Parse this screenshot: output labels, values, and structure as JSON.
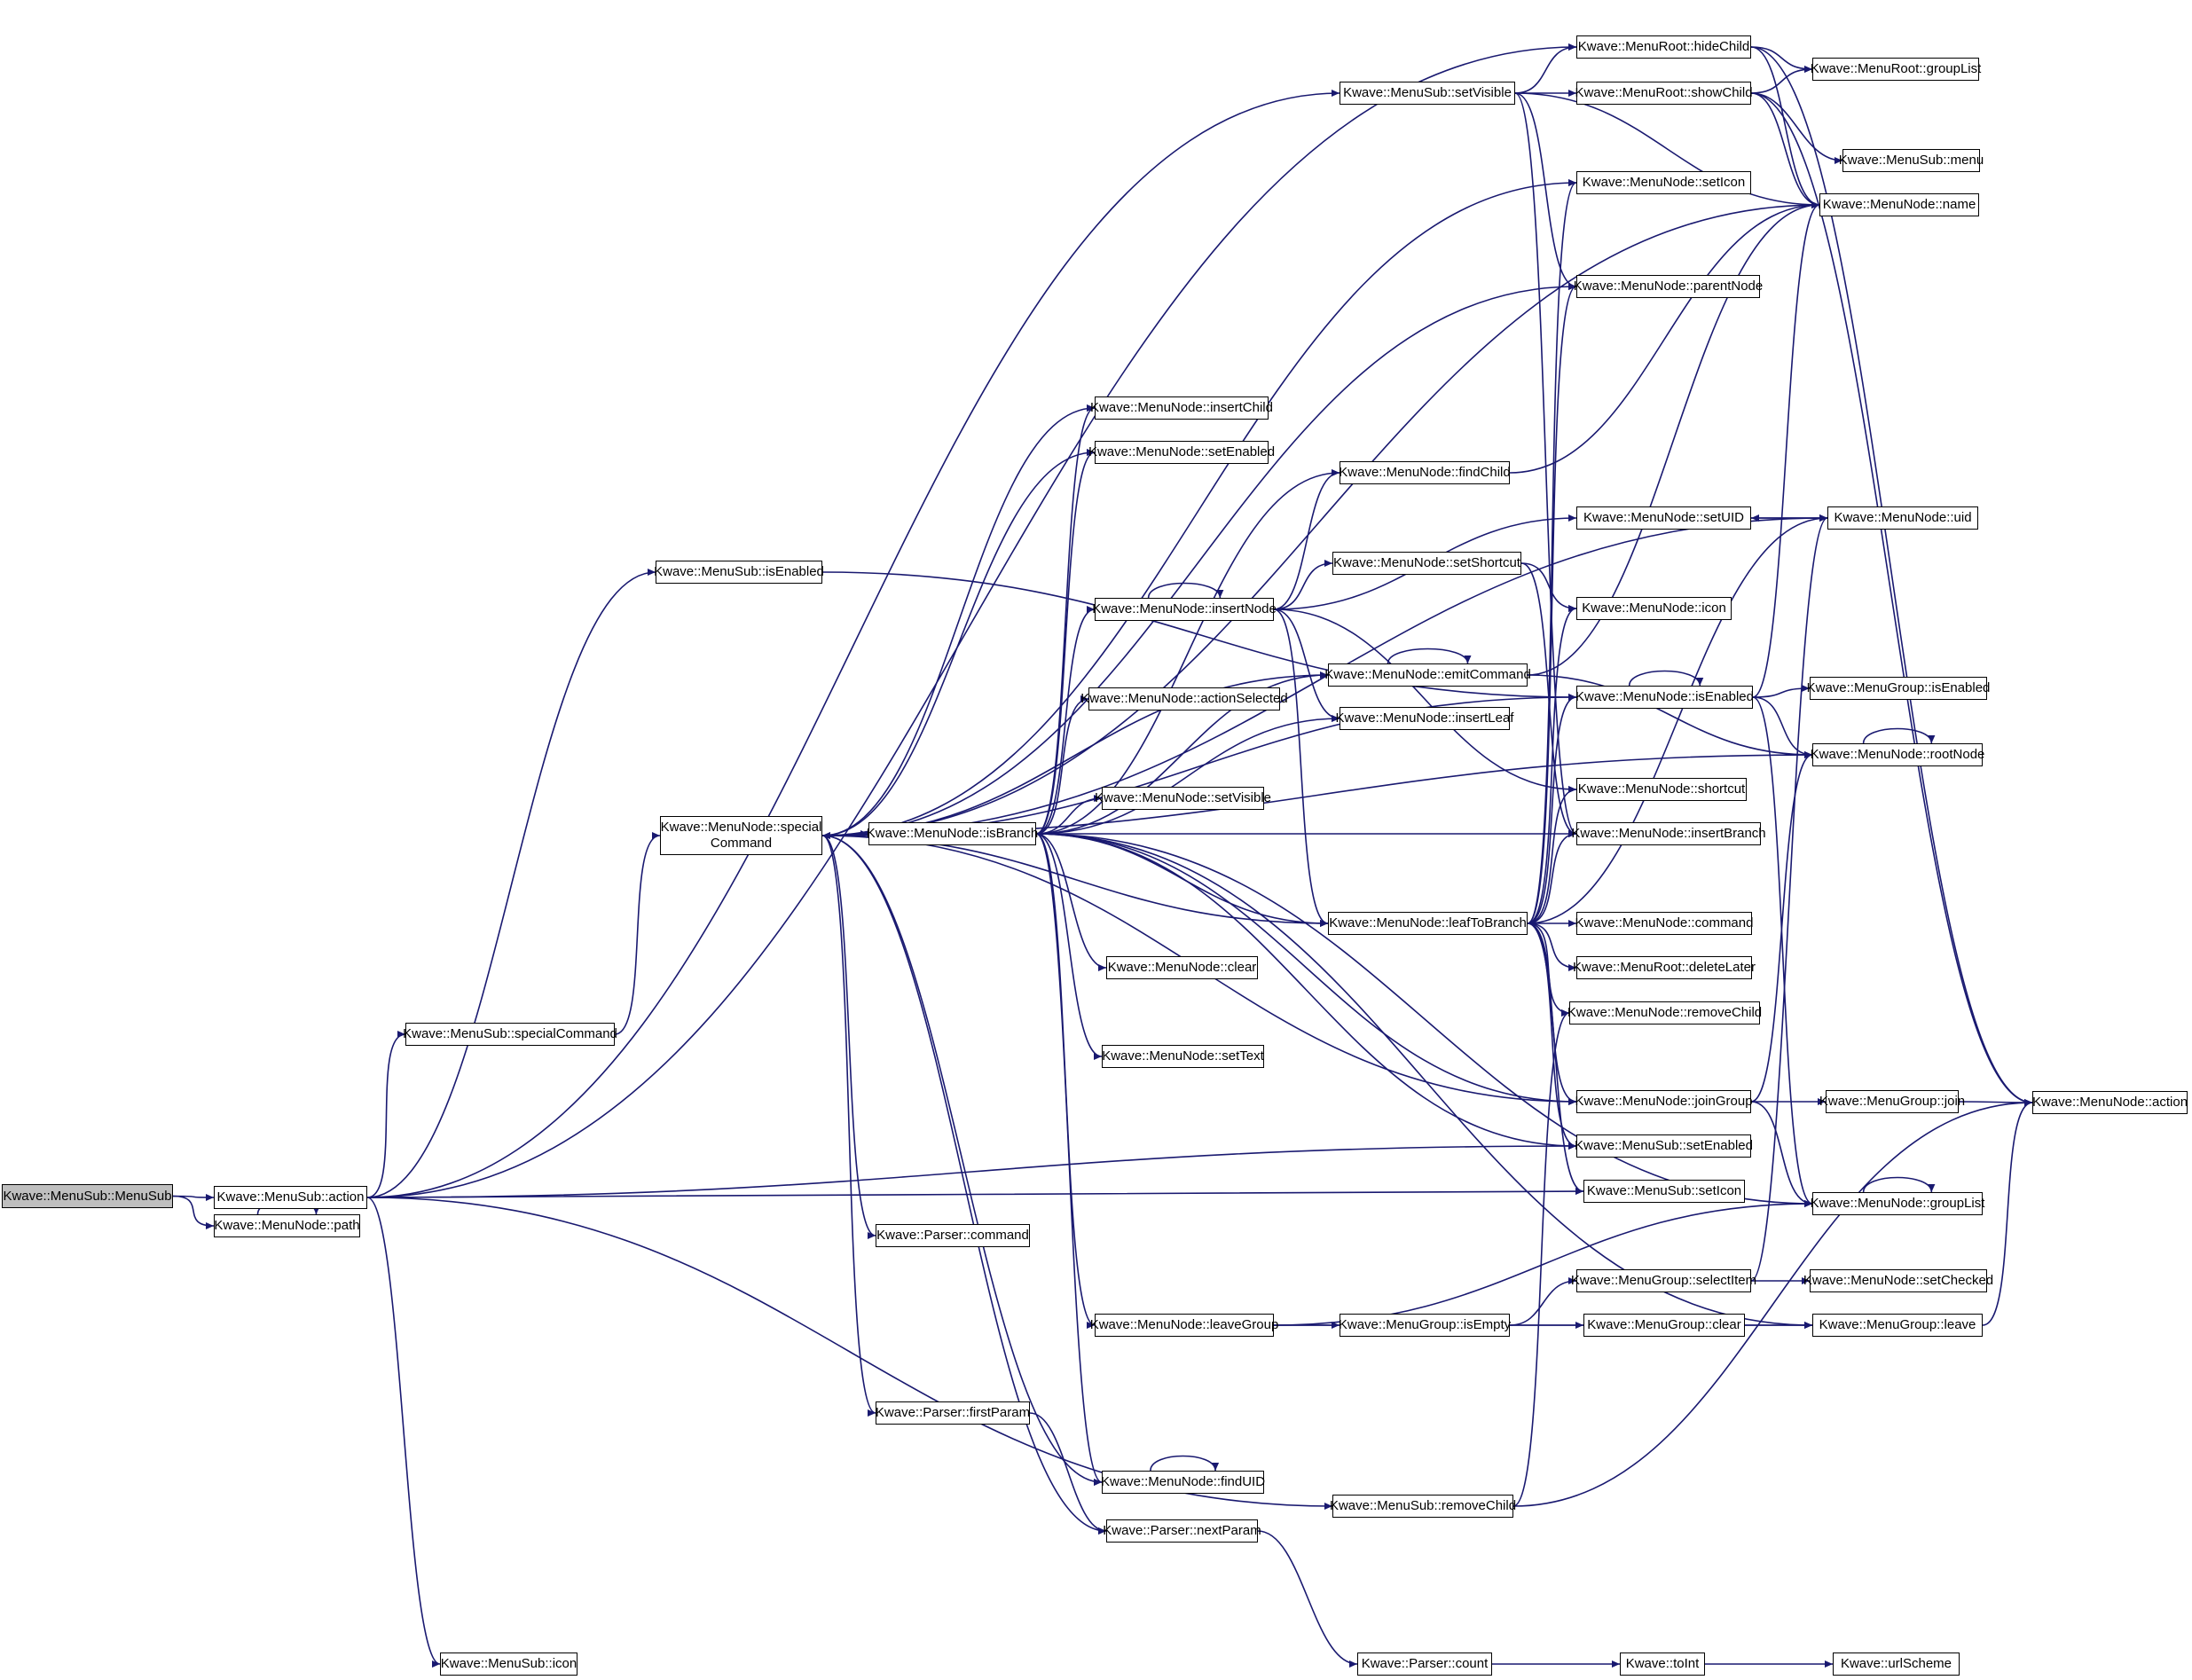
{
  "graph": {
    "nodes": [
      {
        "id": "n0",
        "label": "Kwave::MenuSub::MenuSub"
      },
      {
        "id": "n1",
        "label": "Kwave::MenuSub::action"
      },
      {
        "id": "n2",
        "label": "Kwave::MenuNode::path"
      },
      {
        "id": "n3",
        "label": "Kwave::MenuRoot::hideChild"
      },
      {
        "id": "n4",
        "label": "Kwave::MenuSub::setVisible"
      },
      {
        "id": "n5",
        "label": "Kwave::MenuRoot::showChild"
      },
      {
        "id": "n6",
        "label": "Kwave::MenuRoot::groupList"
      },
      {
        "id": "n7",
        "label": "Kwave::MenuSub::menu"
      },
      {
        "id": "n8",
        "label": "Kwave::MenuNode::setIcon"
      },
      {
        "id": "n9",
        "label": "Kwave::MenuNode::name"
      },
      {
        "id": "n10",
        "label": "Kwave::MenuNode::parentNode"
      },
      {
        "id": "n11",
        "label": "Kwave::MenuNode::insertChild"
      },
      {
        "id": "n12",
        "label": "Kwave::MenuNode::setEnabled"
      },
      {
        "id": "n13",
        "label": "Kwave::MenuNode::findChild"
      },
      {
        "id": "n14",
        "label": "Kwave::MenuSub::isEnabled"
      },
      {
        "id": "n15",
        "label": "Kwave::MenuNode::setUID"
      },
      {
        "id": "n16",
        "label": "Kwave::MenuNode::uid"
      },
      {
        "id": "n17",
        "label": "Kwave::MenuNode::setShortcut"
      },
      {
        "id": "n18",
        "label": "Kwave::MenuNode::insertNode"
      },
      {
        "id": "n19",
        "label": "Kwave::MenuNode::icon"
      },
      {
        "id": "n20",
        "label": "Kwave::MenuNode::emitCommand"
      },
      {
        "id": "n21",
        "label": "Kwave::MenuNode::isEnabled"
      },
      {
        "id": "n22",
        "label": "Kwave::MenuGroup::isEnabled"
      },
      {
        "id": "n23",
        "label": "Kwave::MenuNode::actionSelected"
      },
      {
        "id": "n24",
        "label": "Kwave::MenuNode::insertLeaf"
      },
      {
        "id": "n25",
        "label": "Kwave::MenuNode::rootNode"
      },
      {
        "id": "n26",
        "label": "Kwave::MenuNode::setVisible"
      },
      {
        "id": "n27",
        "label": "Kwave::MenuNode::shortcut"
      },
      {
        "id": "n28",
        "label": "Kwave::MenuNode::special\nCommand"
      },
      {
        "id": "n29",
        "label": "Kwave::MenuNode::isBranch"
      },
      {
        "id": "n30",
        "label": "Kwave::MenuNode::insertBranch"
      },
      {
        "id": "n31",
        "label": "Kwave::MenuNode::leafToBranch"
      },
      {
        "id": "n32",
        "label": "Kwave::MenuNode::command"
      },
      {
        "id": "n33",
        "label": "Kwave::MenuNode::clear"
      },
      {
        "id": "n34",
        "label": "Kwave::MenuRoot::deleteLater"
      },
      {
        "id": "n35",
        "label": "Kwave::MenuNode::removeChild"
      },
      {
        "id": "n36",
        "label": "Kwave::MenuSub::specialCommand"
      },
      {
        "id": "n37",
        "label": "Kwave::MenuNode::setText"
      },
      {
        "id": "n38",
        "label": "Kwave::MenuNode::joinGroup"
      },
      {
        "id": "n39",
        "label": "Kwave::MenuGroup::join"
      },
      {
        "id": "n40",
        "label": "Kwave::MenuNode::action"
      },
      {
        "id": "n41",
        "label": "Kwave::MenuSub::setEnabled"
      },
      {
        "id": "n42",
        "label": "Kwave::MenuSub::setIcon"
      },
      {
        "id": "n43",
        "label": "Kwave::MenuNode::groupList"
      },
      {
        "id": "n44",
        "label": "Kwave::Parser::command"
      },
      {
        "id": "n45",
        "label": "Kwave::MenuGroup::selectItem"
      },
      {
        "id": "n46",
        "label": "Kwave::MenuNode::setChecked"
      },
      {
        "id": "n47",
        "label": "Kwave::MenuNode::leaveGroup"
      },
      {
        "id": "n48",
        "label": "Kwave::MenuGroup::isEmpty"
      },
      {
        "id": "n49",
        "label": "Kwave::MenuGroup::clear"
      },
      {
        "id": "n50",
        "label": "Kwave::MenuGroup::leave"
      },
      {
        "id": "n51",
        "label": "Kwave::Parser::firstParam"
      },
      {
        "id": "n52",
        "label": "Kwave::MenuNode::findUID"
      },
      {
        "id": "n53",
        "label": "Kwave::MenuSub::removeChild"
      },
      {
        "id": "n54",
        "label": "Kwave::Parser::nextParam"
      },
      {
        "id": "n55",
        "label": "Kwave::MenuSub::icon"
      },
      {
        "id": "n56",
        "label": "Kwave::Parser::count"
      },
      {
        "id": "n57",
        "label": "Kwave::toInt"
      },
      {
        "id": "n58",
        "label": "Kwave::urlScheme"
      }
    ],
    "edges": [
      [
        "n0",
        "n1"
      ],
      [
        "n0",
        "n2"
      ],
      [
        "n2",
        "n2"
      ],
      [
        "n1",
        "n3"
      ],
      [
        "n1",
        "n4"
      ],
      [
        "n1",
        "n14"
      ],
      [
        "n1",
        "n36"
      ],
      [
        "n1",
        "n41"
      ],
      [
        "n1",
        "n42"
      ],
      [
        "n1",
        "n53"
      ],
      [
        "n1",
        "n55"
      ],
      [
        "n3",
        "n6"
      ],
      [
        "n3",
        "n9"
      ],
      [
        "n3",
        "n40"
      ],
      [
        "n4",
        "n3"
      ],
      [
        "n4",
        "n5"
      ],
      [
        "n4",
        "n9"
      ],
      [
        "n4",
        "n10"
      ],
      [
        "n4",
        "n30"
      ],
      [
        "n5",
        "n6"
      ],
      [
        "n5",
        "n7"
      ],
      [
        "n5",
        "n9"
      ],
      [
        "n5",
        "n40"
      ],
      [
        "n14",
        "n21"
      ],
      [
        "n36",
        "n28"
      ],
      [
        "n28",
        "n9"
      ],
      [
        "n28",
        "n8"
      ],
      [
        "n28",
        "n10"
      ],
      [
        "n28",
        "n11"
      ],
      [
        "n28",
        "n12"
      ],
      [
        "n28",
        "n16"
      ],
      [
        "n28",
        "n21"
      ],
      [
        "n28",
        "n25"
      ],
      [
        "n28",
        "n29"
      ],
      [
        "n28",
        "n31"
      ],
      [
        "n28",
        "n38"
      ],
      [
        "n28",
        "n44"
      ],
      [
        "n28",
        "n51"
      ],
      [
        "n28",
        "n52"
      ],
      [
        "n28",
        "n54"
      ],
      [
        "n29",
        "n28"
      ],
      [
        "n29",
        "n11"
      ],
      [
        "n29",
        "n12"
      ],
      [
        "n29",
        "n13"
      ],
      [
        "n29",
        "n18"
      ],
      [
        "n29",
        "n20"
      ],
      [
        "n29",
        "n23"
      ],
      [
        "n29",
        "n24"
      ],
      [
        "n29",
        "n26"
      ],
      [
        "n29",
        "n30"
      ],
      [
        "n29",
        "n31"
      ],
      [
        "n29",
        "n33"
      ],
      [
        "n29",
        "n37"
      ],
      [
        "n29",
        "n38"
      ],
      [
        "n29",
        "n41"
      ],
      [
        "n29",
        "n43"
      ],
      [
        "n29",
        "n47"
      ],
      [
        "n29",
        "n50"
      ],
      [
        "n29",
        "n52"
      ],
      [
        "n18",
        "n18"
      ],
      [
        "n18",
        "n13"
      ],
      [
        "n18",
        "n15"
      ],
      [
        "n18",
        "n17"
      ],
      [
        "n18",
        "n24"
      ],
      [
        "n18",
        "n31"
      ],
      [
        "n18",
        "n27"
      ],
      [
        "n13",
        "n9"
      ],
      [
        "n17",
        "n19"
      ],
      [
        "n17",
        "n30"
      ],
      [
        "n20",
        "n20"
      ],
      [
        "n20",
        "n25"
      ],
      [
        "n20",
        "n28"
      ],
      [
        "n20",
        "n9"
      ],
      [
        "n15",
        "n16"
      ],
      [
        "n16",
        "n15"
      ],
      [
        "n21",
        "n21"
      ],
      [
        "n21",
        "n22"
      ],
      [
        "n21",
        "n25"
      ],
      [
        "n21",
        "n43"
      ],
      [
        "n21",
        "n9"
      ],
      [
        "n25",
        "n25"
      ],
      [
        "n31",
        "n8"
      ],
      [
        "n31",
        "n10"
      ],
      [
        "n31",
        "n19"
      ],
      [
        "n31",
        "n21"
      ],
      [
        "n31",
        "n27"
      ],
      [
        "n31",
        "n30"
      ],
      [
        "n31",
        "n32"
      ],
      [
        "n31",
        "n34"
      ],
      [
        "n31",
        "n35"
      ],
      [
        "n31",
        "n38"
      ],
      [
        "n31",
        "n41"
      ],
      [
        "n31",
        "n42"
      ],
      [
        "n31",
        "n16"
      ],
      [
        "n38",
        "n39"
      ],
      [
        "n38",
        "n43"
      ],
      [
        "n38",
        "n25"
      ],
      [
        "n39",
        "n40"
      ],
      [
        "n43",
        "n43"
      ],
      [
        "n45",
        "n46"
      ],
      [
        "n45",
        "n16"
      ],
      [
        "n47",
        "n48"
      ],
      [
        "n47",
        "n50"
      ],
      [
        "n47",
        "n43"
      ],
      [
        "n48",
        "n45"
      ],
      [
        "n48",
        "n49"
      ],
      [
        "n49",
        "n50"
      ],
      [
        "n50",
        "n40"
      ],
      [
        "n51",
        "n54"
      ],
      [
        "n52",
        "n52"
      ],
      [
        "n53",
        "n35"
      ],
      [
        "n53",
        "n40"
      ],
      [
        "n54",
        "n56"
      ],
      [
        "n56",
        "n57"
      ],
      [
        "n57",
        "n58"
      ]
    ]
  },
  "colors": {
    "edge": "#191970",
    "border": "#000000",
    "root_fill": "#bfbfbf",
    "node_fill": "#ffffff"
  }
}
